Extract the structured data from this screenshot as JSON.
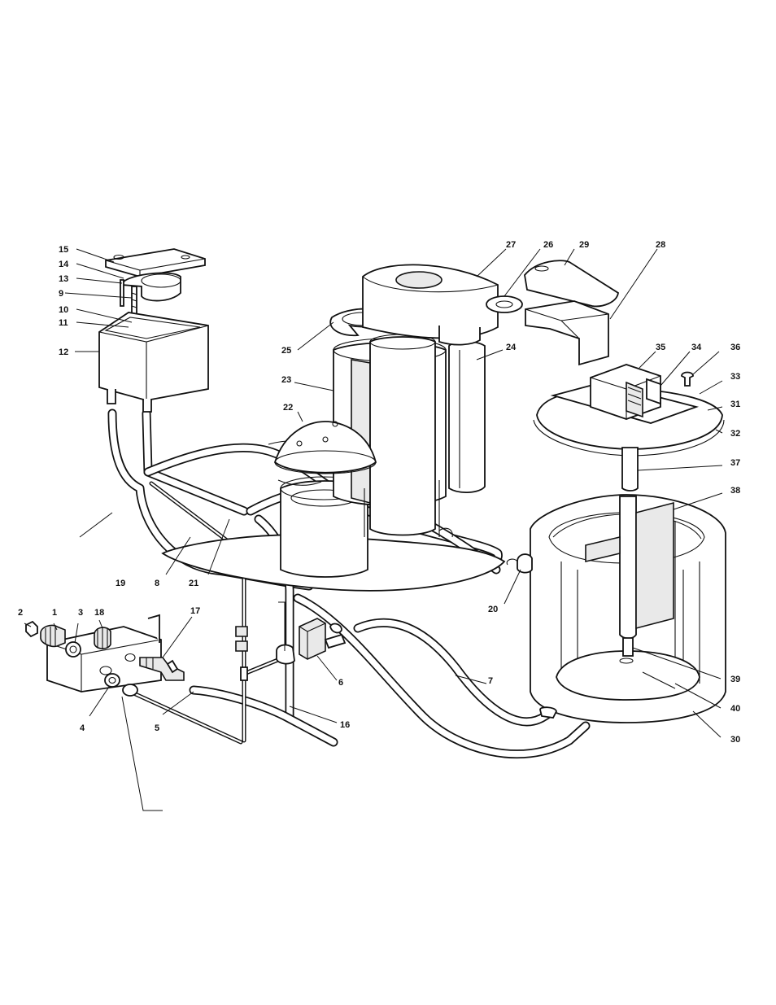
{
  "callouts": [
    {
      "id": "1",
      "text": "1"
    },
    {
      "id": "2",
      "text": "2"
    },
    {
      "id": "3",
      "text": "3"
    },
    {
      "id": "4",
      "text": "4"
    },
    {
      "id": "5",
      "text": "5"
    },
    {
      "id": "6",
      "text": "6"
    },
    {
      "id": "7",
      "text": "7"
    },
    {
      "id": "8",
      "text": "8"
    },
    {
      "id": "9",
      "text": "9"
    },
    {
      "id": "10",
      "text": "10"
    },
    {
      "id": "11",
      "text": "11"
    },
    {
      "id": "12",
      "text": "12"
    },
    {
      "id": "13",
      "text": "13"
    },
    {
      "id": "14",
      "text": "14"
    },
    {
      "id": "15",
      "text": "15"
    },
    {
      "id": "16",
      "text": "16"
    },
    {
      "id": "17",
      "text": "17"
    },
    {
      "id": "18",
      "text": "18"
    },
    {
      "id": "19",
      "text": "19"
    },
    {
      "id": "20",
      "text": "20"
    },
    {
      "id": "21",
      "text": "21"
    },
    {
      "id": "22",
      "text": "22"
    },
    {
      "id": "23",
      "text": "23"
    },
    {
      "id": "24",
      "text": "24"
    },
    {
      "id": "25",
      "text": "25"
    },
    {
      "id": "26",
      "text": "26"
    },
    {
      "id": "27",
      "text": "27"
    },
    {
      "id": "28",
      "text": "28"
    },
    {
      "id": "29",
      "text": "29"
    },
    {
      "id": "30",
      "text": "30"
    },
    {
      "id": "31",
      "text": "31"
    },
    {
      "id": "32",
      "text": "32"
    },
    {
      "id": "33",
      "text": "33"
    },
    {
      "id": "34",
      "text": "34"
    },
    {
      "id": "35",
      "text": "35"
    },
    {
      "id": "36",
      "text": "36"
    },
    {
      "id": "37",
      "text": "37"
    },
    {
      "id": "38",
      "text": "38"
    },
    {
      "id": "39",
      "text": "39"
    },
    {
      "id": "40",
      "text": "40"
    }
  ]
}
